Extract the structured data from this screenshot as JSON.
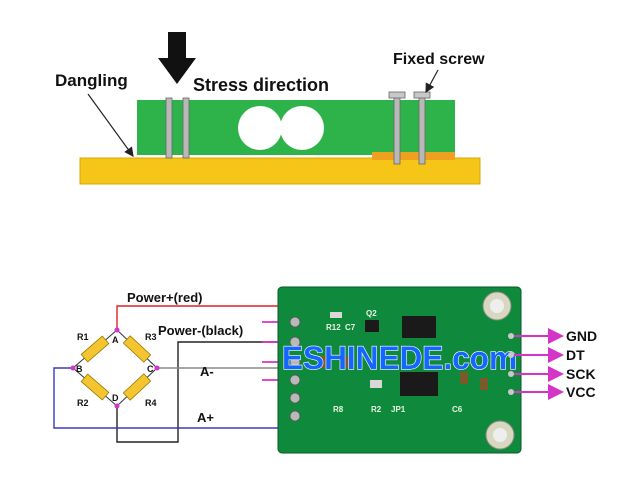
{
  "top": {
    "label_dangling": "Dangling",
    "label_stress": "Stress direction",
    "label_fixed": "Fixed screw"
  },
  "bridge": {
    "label_power_plus": "Power+(red)",
    "label_power_minus": "Power-(black)",
    "label_a_minus": "A-",
    "label_a_plus": "A+",
    "nodes": {
      "a": "A",
      "b": "B",
      "c": "C",
      "d": "D"
    },
    "resistors": {
      "r1": "R1",
      "r2": "R2",
      "r3": "R3",
      "r4": "R4"
    }
  },
  "board": {
    "watermark": "ESHINEDE.com",
    "silk_r12": "R12",
    "silk_c7": "C7",
    "silk_q2": "Q2",
    "silk_r8": "R8",
    "silk_r2": "R2",
    "silk_jp1": "JP1",
    "silk_c6": "C6"
  },
  "pins": {
    "gnd": "GND",
    "dt": "DT",
    "sck": "SCK",
    "vcc": "VCC"
  },
  "colors": {
    "pcb_green": "#0f8a3c",
    "beam_green": "#2db34a",
    "base_yellow": "#f5c518",
    "arrow_magenta": "#d633c8",
    "wire_red": "#e02020",
    "wire_blue": "#3a3ac8",
    "resistor_yellow": "#f2c531",
    "watermark_blue": "#1565ff"
  }
}
